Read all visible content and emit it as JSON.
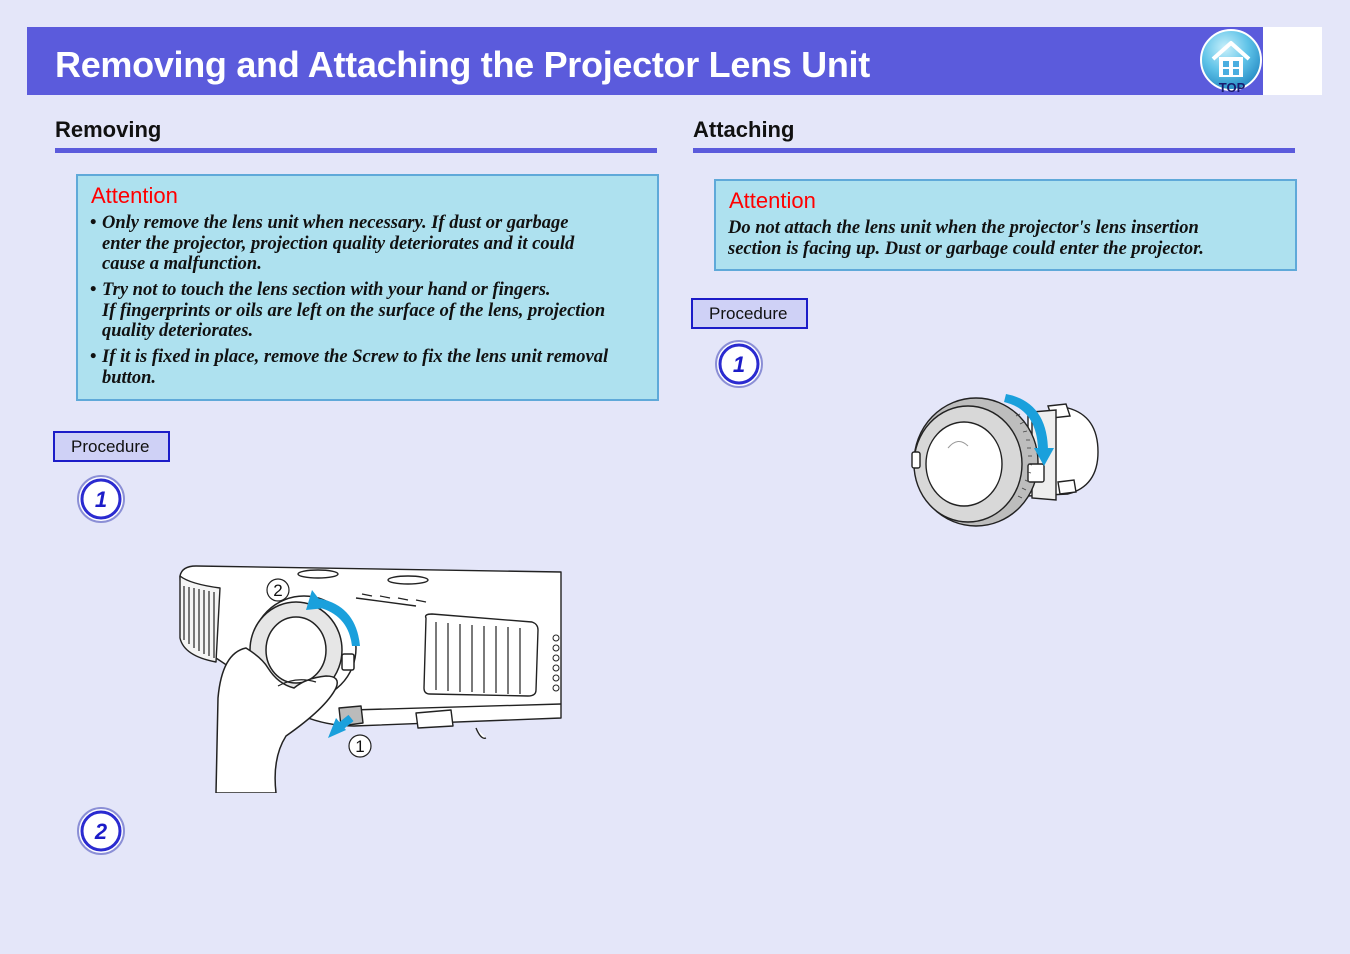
{
  "header": {
    "title": "Removing and Attaching the Projector Lens Unit",
    "top_button_label": "TOP",
    "top_icon": "house-icon",
    "colors": {
      "bar": "#5b5bdc",
      "attention_bg": "#aee1ef",
      "attention_title": "#ff0000"
    }
  },
  "removing": {
    "heading": "Removing",
    "attention": {
      "title": "Attention",
      "items": [
        "Only remove the lens unit when necessary. If dust or garbage enter the projector, projection quality deteriorates and it could cause a malfunction.",
        "Try not to touch the lens section with your hand or fingers. If fingerprints or oils are left on the surface of the lens, projection quality deteriorates.",
        "If it is fixed in place, remove the Screw to fix the lens unit removal button."
      ],
      "item_lines": [
        [
          "Only remove the lens unit when necessary. If dust or garbage",
          "enter the projector, projection quality deteriorates and it could",
          "cause a malfunction."
        ],
        [
          "Try not to touch the lens section with your hand or fingers.",
          "If fingerprints or oils are left on the surface of the lens, projection",
          "quality deteriorates."
        ],
        [
          "If it is fixed in place, remove the Screw to fix the lens unit removal",
          "button."
        ]
      ]
    },
    "procedure_label": "Procedure",
    "steps": [
      "1",
      "2"
    ],
    "illustration_callouts": [
      "2",
      "1"
    ]
  },
  "attaching": {
    "heading": "Attaching",
    "attention": {
      "title": "Attention",
      "lines": [
        "Do not attach the lens unit when the projector's lens insertion",
        "section is facing up. Dust or garbage could enter the projector."
      ]
    },
    "procedure_label": "Procedure",
    "steps": [
      "1"
    ]
  }
}
